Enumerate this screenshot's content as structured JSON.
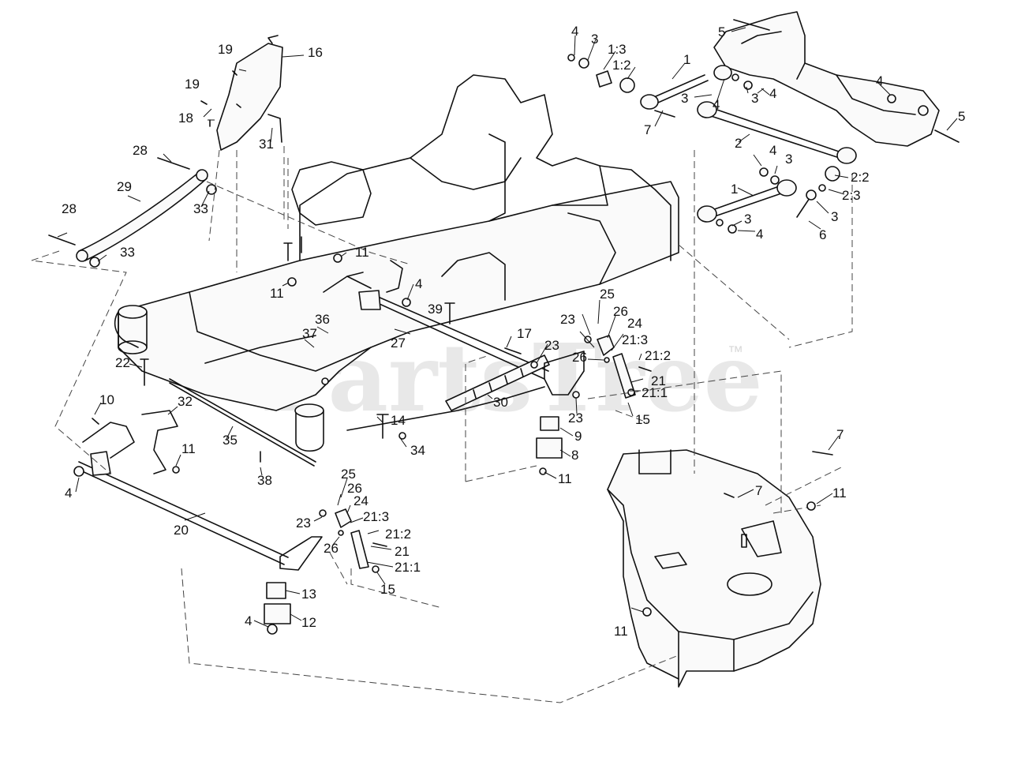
{
  "watermark": {
    "brand": "PartsTree",
    "mark": "™"
  },
  "callouts": [
    {
      "label": "19"
    },
    {
      "label": "16"
    },
    {
      "label": "19"
    },
    {
      "label": "18"
    },
    {
      "label": "31"
    },
    {
      "label": "28"
    },
    {
      "label": "29"
    },
    {
      "label": "33"
    },
    {
      "label": "28"
    },
    {
      "label": "33"
    },
    {
      "label": "11"
    },
    {
      "label": "11"
    },
    {
      "label": "4"
    },
    {
      "label": "39"
    },
    {
      "label": "36"
    },
    {
      "label": "37"
    },
    {
      "label": "27"
    },
    {
      "label": "22"
    },
    {
      "label": "10"
    },
    {
      "label": "32"
    },
    {
      "label": "35"
    },
    {
      "label": "11"
    },
    {
      "label": "38"
    },
    {
      "label": "4"
    },
    {
      "label": "20"
    },
    {
      "label": "14"
    },
    {
      "label": "34"
    },
    {
      "label": "17"
    },
    {
      "label": "23"
    },
    {
      "label": "30"
    },
    {
      "label": "23"
    },
    {
      "label": "9"
    },
    {
      "label": "8"
    },
    {
      "label": "11"
    },
    {
      "label": "25"
    },
    {
      "label": "26"
    },
    {
      "label": "24"
    },
    {
      "label": "21:3"
    },
    {
      "label": "21:2"
    },
    {
      "label": "23"
    },
    {
      "label": "26"
    },
    {
      "label": "21"
    },
    {
      "label": "21:1"
    },
    {
      "label": "15"
    },
    {
      "label": "25"
    },
    {
      "label": "26"
    },
    {
      "label": "24"
    },
    {
      "label": "23"
    },
    {
      "label": "21:3"
    },
    {
      "label": "21:2"
    },
    {
      "label": "26"
    },
    {
      "label": "21"
    },
    {
      "label": "21:1"
    },
    {
      "label": "15"
    },
    {
      "label": "13"
    },
    {
      "label": "12"
    },
    {
      "label": "4"
    },
    {
      "label": "4"
    },
    {
      "label": "3"
    },
    {
      "label": "1:3"
    },
    {
      "label": "1:2"
    },
    {
      "label": "1"
    },
    {
      "label": "3"
    },
    {
      "label": "4"
    },
    {
      "label": "3"
    },
    {
      "label": "4"
    },
    {
      "label": "7"
    },
    {
      "label": "5"
    },
    {
      "label": "4"
    },
    {
      "label": "5"
    },
    {
      "label": "2"
    },
    {
      "label": "4"
    },
    {
      "label": "3"
    },
    {
      "label": "1"
    },
    {
      "label": "2:2"
    },
    {
      "label": "2:3"
    },
    {
      "label": "3"
    },
    {
      "label": "4"
    },
    {
      "label": "3"
    },
    {
      "label": "6"
    },
    {
      "label": "7"
    },
    {
      "label": "7"
    },
    {
      "label": "11"
    },
    {
      "label": "11"
    }
  ]
}
